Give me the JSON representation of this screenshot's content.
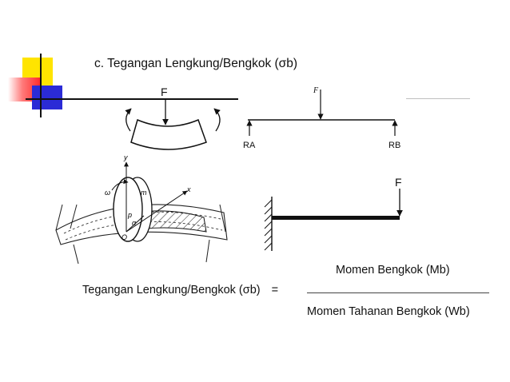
{
  "title": "c. Tegangan Lengkung/Bengkok (σb)",
  "diagram_bend": {
    "force_label": "F"
  },
  "diagram_beam": {
    "force_label": "F",
    "left_support": "RA",
    "right_support": "RB"
  },
  "diagram_cantilever": {
    "force_label": "F"
  },
  "diagram_wheel": {
    "labels": {
      "y": "y",
      "x": "x",
      "omega": "ω",
      "m": "m",
      "p": "p",
      "alpha": "α",
      "origin": "O"
    }
  },
  "equation": {
    "lhs": "Tegangan Lengkung/Bengkok (σb)",
    "equals": "=",
    "numerator": "Momen Bengkok (Mb)",
    "denominator": "Momen Tahanan Bengkok (Wb)"
  },
  "colors": {
    "accent_yellow": "#ffe400",
    "accent_red": "#ff2d2d",
    "accent_blue": "#2b2bd6"
  }
}
